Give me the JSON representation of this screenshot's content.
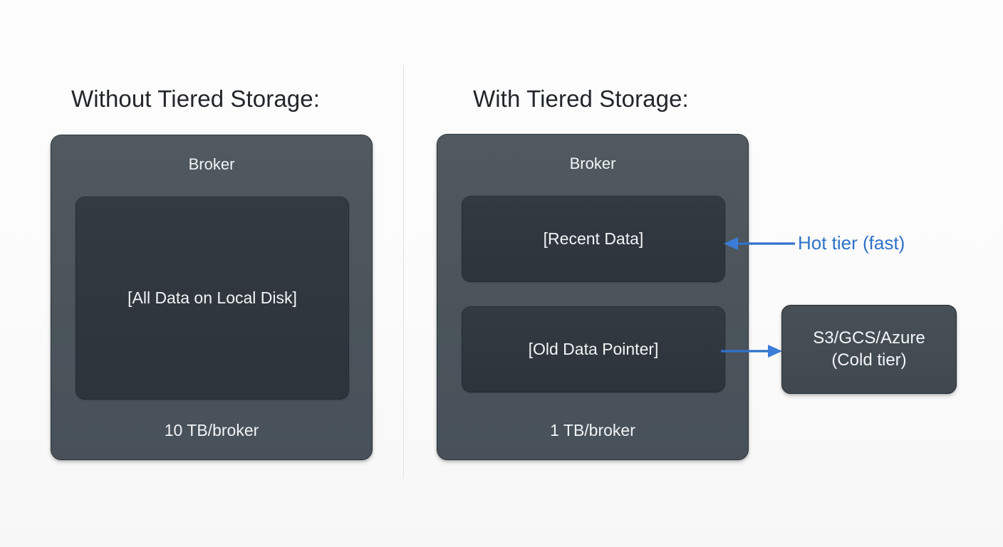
{
  "diagram": {
    "title_left": "Without Tiered Storage:",
    "title_right": "With Tiered Storage:",
    "panels": {
      "left": {
        "broker_label": "Broker",
        "data_block": "[All Data on Local Disk]",
        "footer": "10 TB/broker"
      },
      "right": {
        "broker_label": "Broker",
        "hot_block": "[Recent Data]",
        "cold_block": "[Old Data Pointer]",
        "footer": "1 TB/broker"
      }
    },
    "annotations": {
      "hot_tier_label": "Hot tier (fast)",
      "cold_tier_line1": "S3/GCS/Azure",
      "cold_tier_line2": "(Cold tier)",
      "hot_arrow_direction": "left",
      "cold_arrow_direction": "right"
    },
    "colors": {
      "background": "#fbfbfb",
      "broker_card": "#4c555d",
      "data_block": "#2e353c",
      "cold_tier_card": "#434b53",
      "accent_blue": "#2f72c9",
      "divider": "#e3e3e3",
      "title_text": "#22262b",
      "card_text": "#f2f4f5"
    }
  }
}
